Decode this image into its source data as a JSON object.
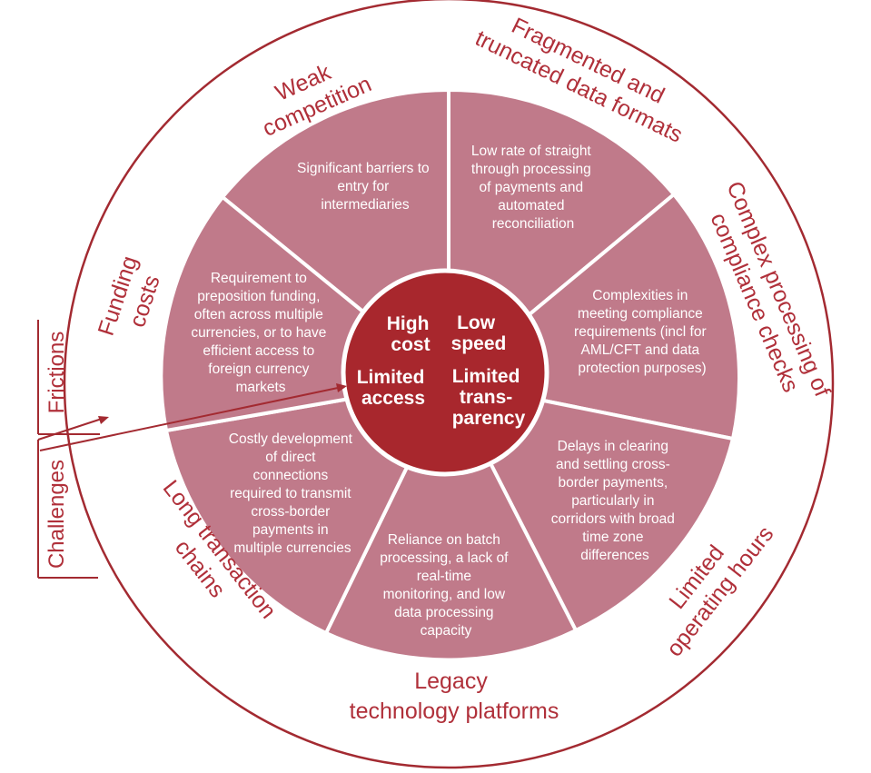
{
  "colors": {
    "segment_fill": "#c07a8a",
    "segment_border": "#ffffff",
    "core_fill": "#a8272d",
    "ring_stroke": "#a32a31",
    "label_text": "#b0303a",
    "inner_text": "#ffffff"
  },
  "core": {
    "top_left": [
      "High",
      "cost"
    ],
    "top_right": [
      "Low",
      "speed"
    ],
    "bottom_left": [
      "Limited",
      "access"
    ],
    "bottom_right": [
      "Limited",
      "trans-",
      "parency"
    ]
  },
  "segments": [
    {
      "id": "weak-competition",
      "lines": [
        "Significant barriers to",
        "entry for",
        "intermediaries"
      ]
    },
    {
      "id": "fragmented-data-formats",
      "lines": [
        "Low rate of straight",
        "through processing",
        "of payments and",
        "automated",
        "reconciliation"
      ]
    },
    {
      "id": "complex-compliance",
      "lines": [
        "Complexities in",
        "meeting compliance",
        "requirements (incl for",
        "AML/CFT and data",
        "protection purposes)"
      ]
    },
    {
      "id": "limited-operating-hours",
      "lines": [
        "Delays in clearing",
        "and settling cross-",
        "border payments,",
        "particularly in",
        "corridors with broad",
        "time zone",
        "differences"
      ]
    },
    {
      "id": "legacy-technology",
      "lines": [
        "Reliance on batch",
        "processing, a lack of",
        "real-time",
        "monitoring, and low",
        "data processing",
        "capacity"
      ]
    },
    {
      "id": "long-transaction-chains",
      "lines": [
        "Costly development",
        "of direct",
        "connections",
        "required to transmit",
        "cross-border",
        "payments in",
        "multiple currencies"
      ]
    },
    {
      "id": "funding-costs",
      "lines": [
        "Requirement to",
        "preposition funding,",
        "often across multiple",
        "currencies, or to have",
        "efficient access to",
        "foreign currency",
        "markets"
      ]
    }
  ],
  "ring_labels": {
    "weak_competition": [
      "Weak",
      "competition"
    ],
    "fragmented": [
      "Fragmented and",
      "truncated data formats"
    ],
    "compliance": [
      "Complex processing of",
      "compliance checks"
    ],
    "operating_hours": [
      "Limited",
      "operating hours"
    ],
    "legacy": [
      "Legacy",
      "technology platforms"
    ],
    "long_chains": [
      "Long transaction",
      "chains"
    ],
    "funding": [
      "Funding",
      "costs"
    ]
  },
  "side_labels": {
    "frictions": "Frictions",
    "challenges": "Challenges"
  }
}
